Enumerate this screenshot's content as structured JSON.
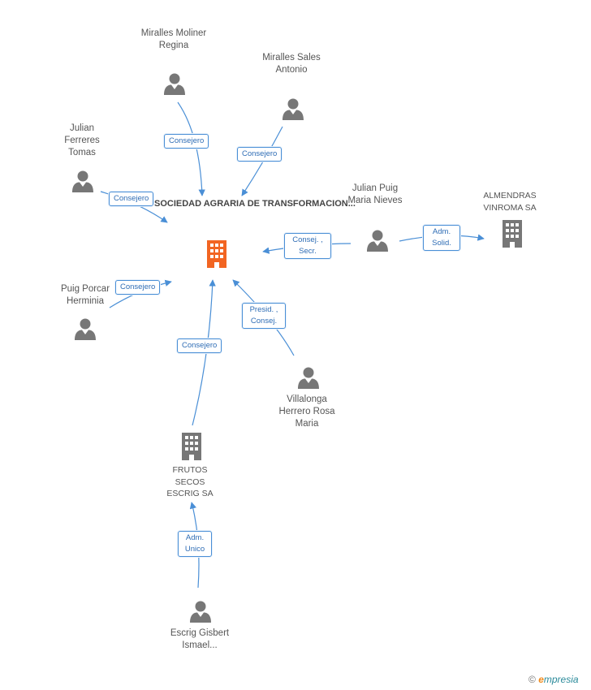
{
  "nodes": {
    "main": {
      "type": "company",
      "label": "SOCIEDAD AGRARIA DE TRANSFORMACION..."
    },
    "miralles_moliner": {
      "type": "person",
      "label": "Miralles Moliner Regina"
    },
    "miralles_sales": {
      "type": "person",
      "label": "Miralles Sales Antonio"
    },
    "julian_ferreres": {
      "type": "person",
      "label": "Julian Ferreres Tomas"
    },
    "julian_puig": {
      "type": "person",
      "label": "Julian Puig Maria Nieves"
    },
    "almendras": {
      "type": "company",
      "label": "ALMENDRAS VINROMA SA"
    },
    "puig_porcar": {
      "type": "person",
      "label": "Puig Porcar Herminia"
    },
    "villalonga": {
      "type": "person",
      "label": "Villalonga Herrero Rosa Maria"
    },
    "frutos_secos": {
      "type": "company",
      "label": "FRUTOS SECOS ESCRIG SA"
    },
    "escrig": {
      "type": "person",
      "label": "Escrig Gisbert Ismael..."
    }
  },
  "edges": [
    {
      "from": "miralles_moliner",
      "to": "main",
      "label": "Consejero"
    },
    {
      "from": "miralles_sales",
      "to": "main",
      "label": "Consejero"
    },
    {
      "from": "julian_ferreres",
      "to": "main",
      "label": "Consejero"
    },
    {
      "from": "julian_puig",
      "to": "main",
      "label": "Consej. , Secr."
    },
    {
      "from": "julian_puig",
      "to": "almendras",
      "label": "Adm. Solid."
    },
    {
      "from": "puig_porcar",
      "to": "main",
      "label": "Consejero"
    },
    {
      "from": "villalonga",
      "to": "main",
      "label": "Presid. , Consej."
    },
    {
      "from": "frutos_secos",
      "to": "main",
      "label": "Consejero"
    },
    {
      "from": "escrig",
      "to": "frutos_secos",
      "label": "Adm. Unico"
    }
  ],
  "colors": {
    "edge": "#4a8fd6",
    "person_icon": "#777777",
    "company_icon": "#777777",
    "main_icon": "#f26522"
  },
  "brand": {
    "copyright": "©",
    "e": "e",
    "rest": "mpresia"
  }
}
